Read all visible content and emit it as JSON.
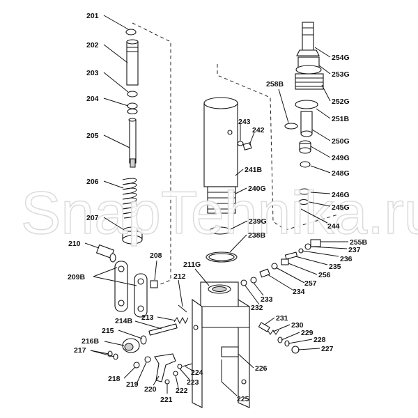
{
  "watermark": "SnapTehnika.ru",
  "parts": [
    {
      "id": "201"
    },
    {
      "id": "202"
    },
    {
      "id": "203"
    },
    {
      "id": "204"
    },
    {
      "id": "205"
    },
    {
      "id": "206"
    },
    {
      "id": "207"
    },
    {
      "id": "208"
    },
    {
      "id": "209B"
    },
    {
      "id": "210"
    },
    {
      "id": "211G"
    },
    {
      "id": "212"
    },
    {
      "id": "213"
    },
    {
      "id": "214B"
    },
    {
      "id": "215"
    },
    {
      "id": "216B"
    },
    {
      "id": "217"
    },
    {
      "id": "218"
    },
    {
      "id": "219"
    },
    {
      "id": "220"
    },
    {
      "id": "221"
    },
    {
      "id": "222"
    },
    {
      "id": "223"
    },
    {
      "id": "224"
    },
    {
      "id": "225"
    },
    {
      "id": "226"
    },
    {
      "id": "227"
    },
    {
      "id": "228"
    },
    {
      "id": "229"
    },
    {
      "id": "230"
    },
    {
      "id": "231"
    },
    {
      "id": "232"
    },
    {
      "id": "233"
    },
    {
      "id": "234"
    },
    {
      "id": "235"
    },
    {
      "id": "236"
    },
    {
      "id": "237"
    },
    {
      "id": "238B"
    },
    {
      "id": "239G"
    },
    {
      "id": "240G"
    },
    {
      "id": "241B"
    },
    {
      "id": "242"
    },
    {
      "id": "243"
    },
    {
      "id": "244"
    },
    {
      "id": "245G"
    },
    {
      "id": "246G"
    },
    {
      "id": "248G"
    },
    {
      "id": "249G"
    },
    {
      "id": "250G"
    },
    {
      "id": "251B"
    },
    {
      "id": "252G"
    },
    {
      "id": "253G"
    },
    {
      "id": "254G"
    },
    {
      "id": "255B"
    },
    {
      "id": "256"
    },
    {
      "id": "257"
    },
    {
      "id": "258B"
    }
  ]
}
